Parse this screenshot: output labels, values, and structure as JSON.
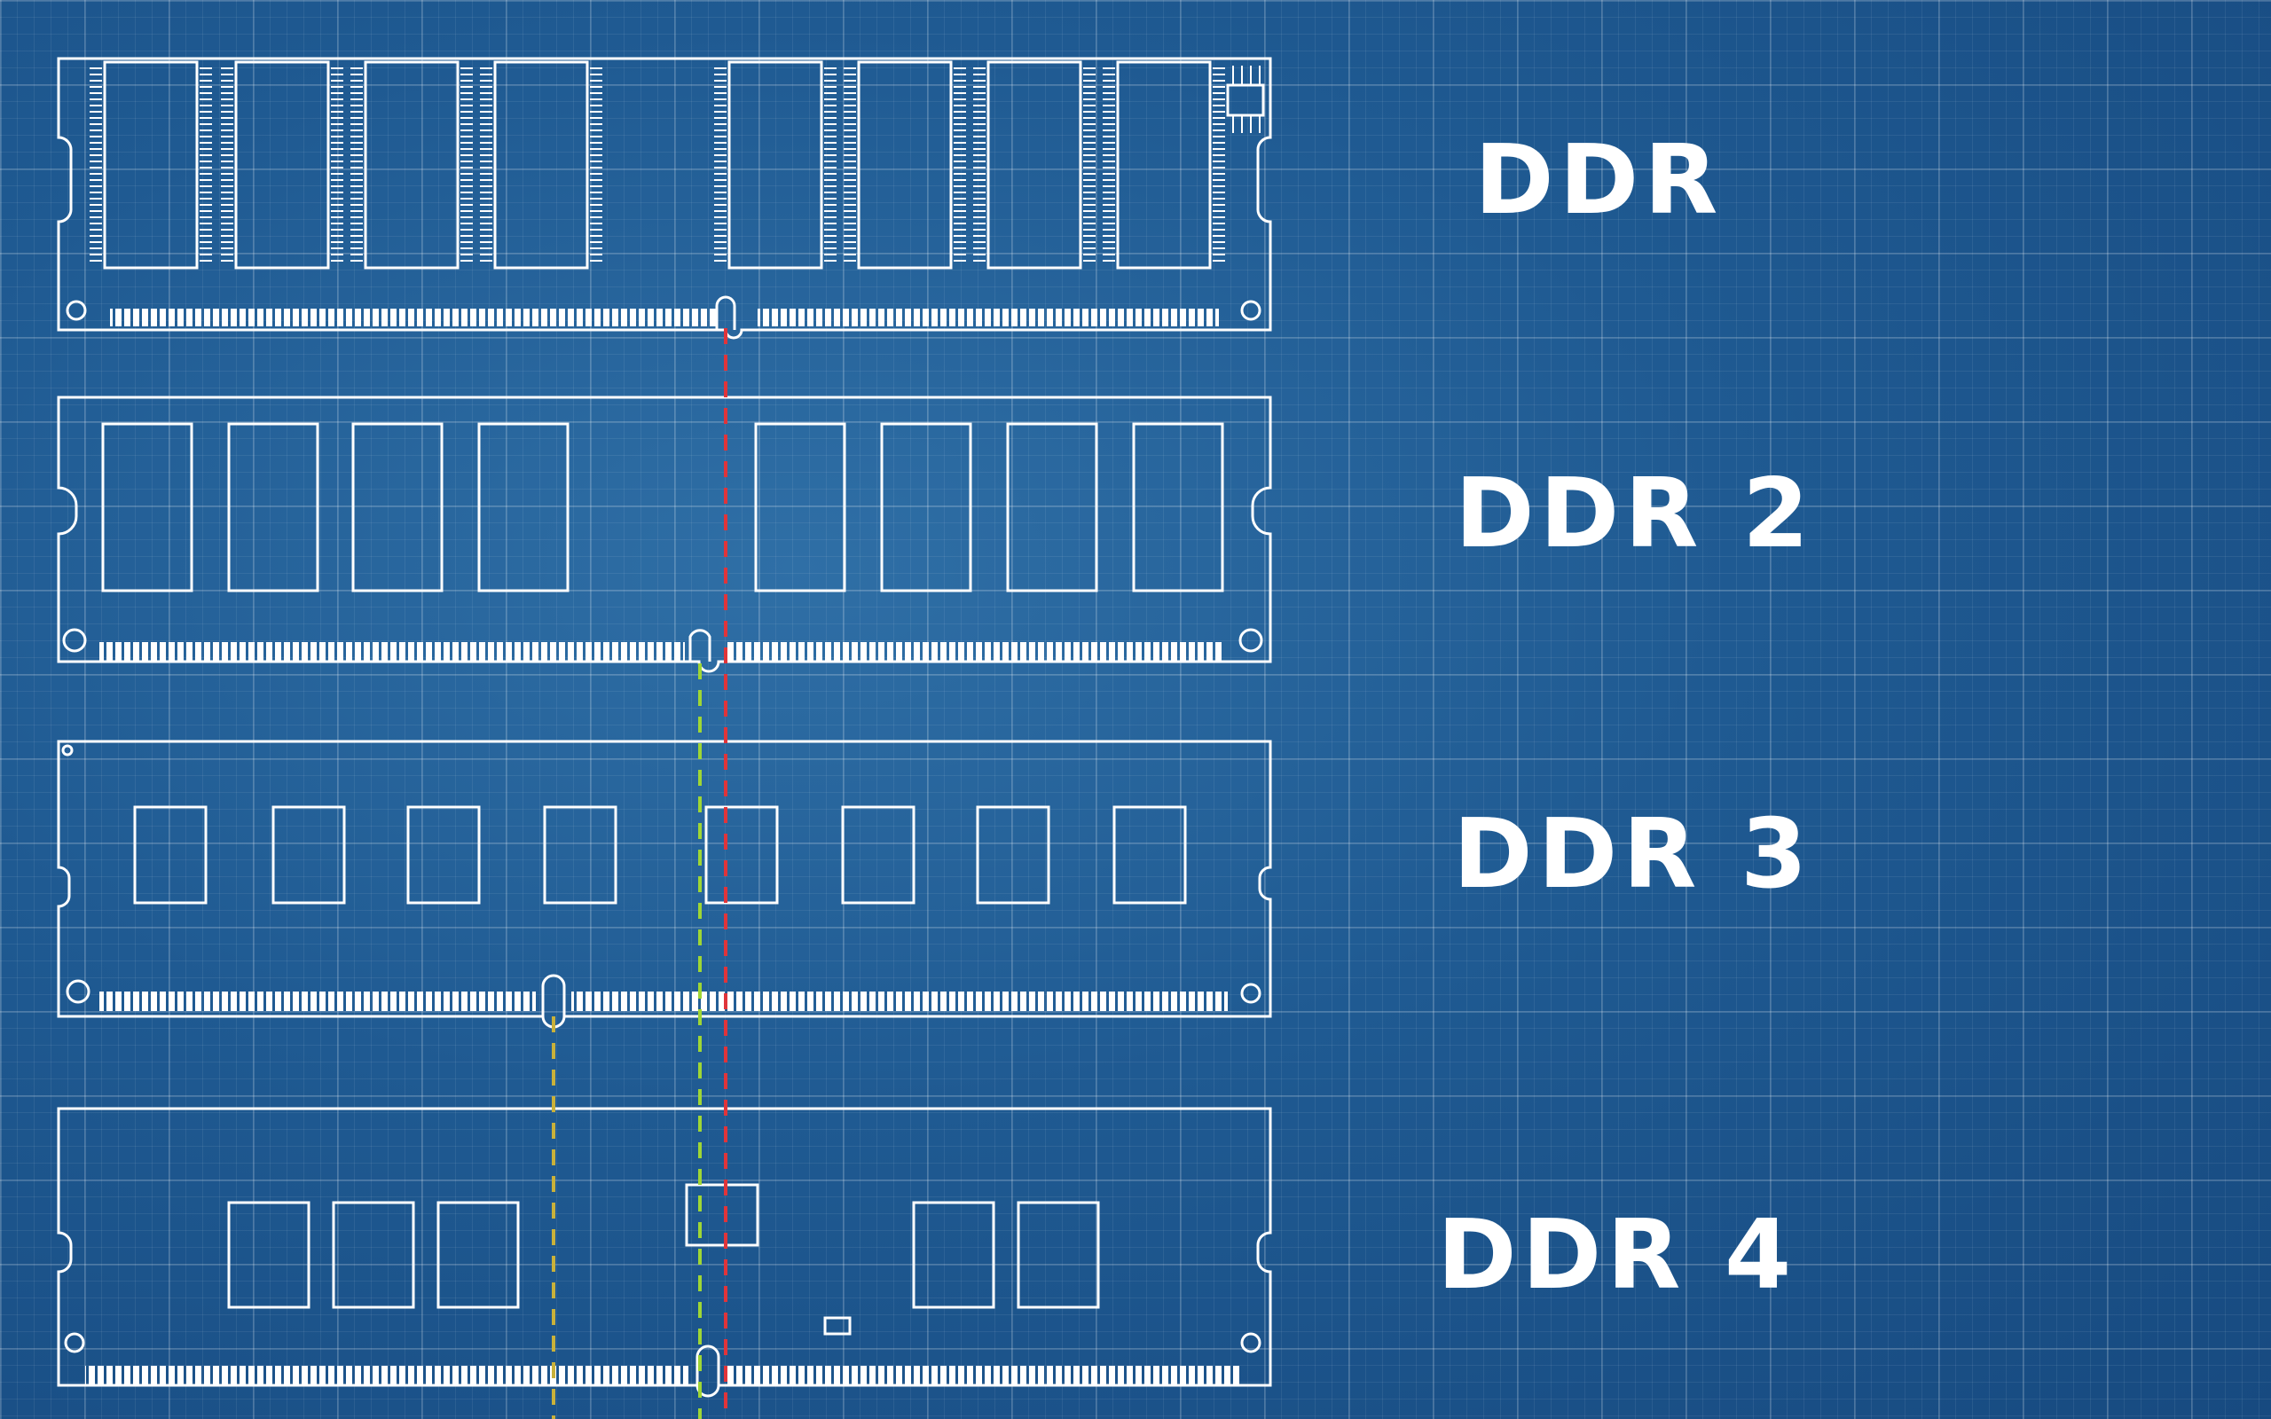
{
  "labels": {
    "ddr": "DDR",
    "ddr2": "DDR 2",
    "ddr3": "DDR 3",
    "ddr4": "DDR 4"
  },
  "colors": {
    "background": "#1f5a92",
    "line": "#ffffff",
    "ddr_notch_guide": "#e0343a",
    "ddr2_notch_guide": "#9fd635",
    "ddr3_notch_guide": "#c9b13a"
  }
}
